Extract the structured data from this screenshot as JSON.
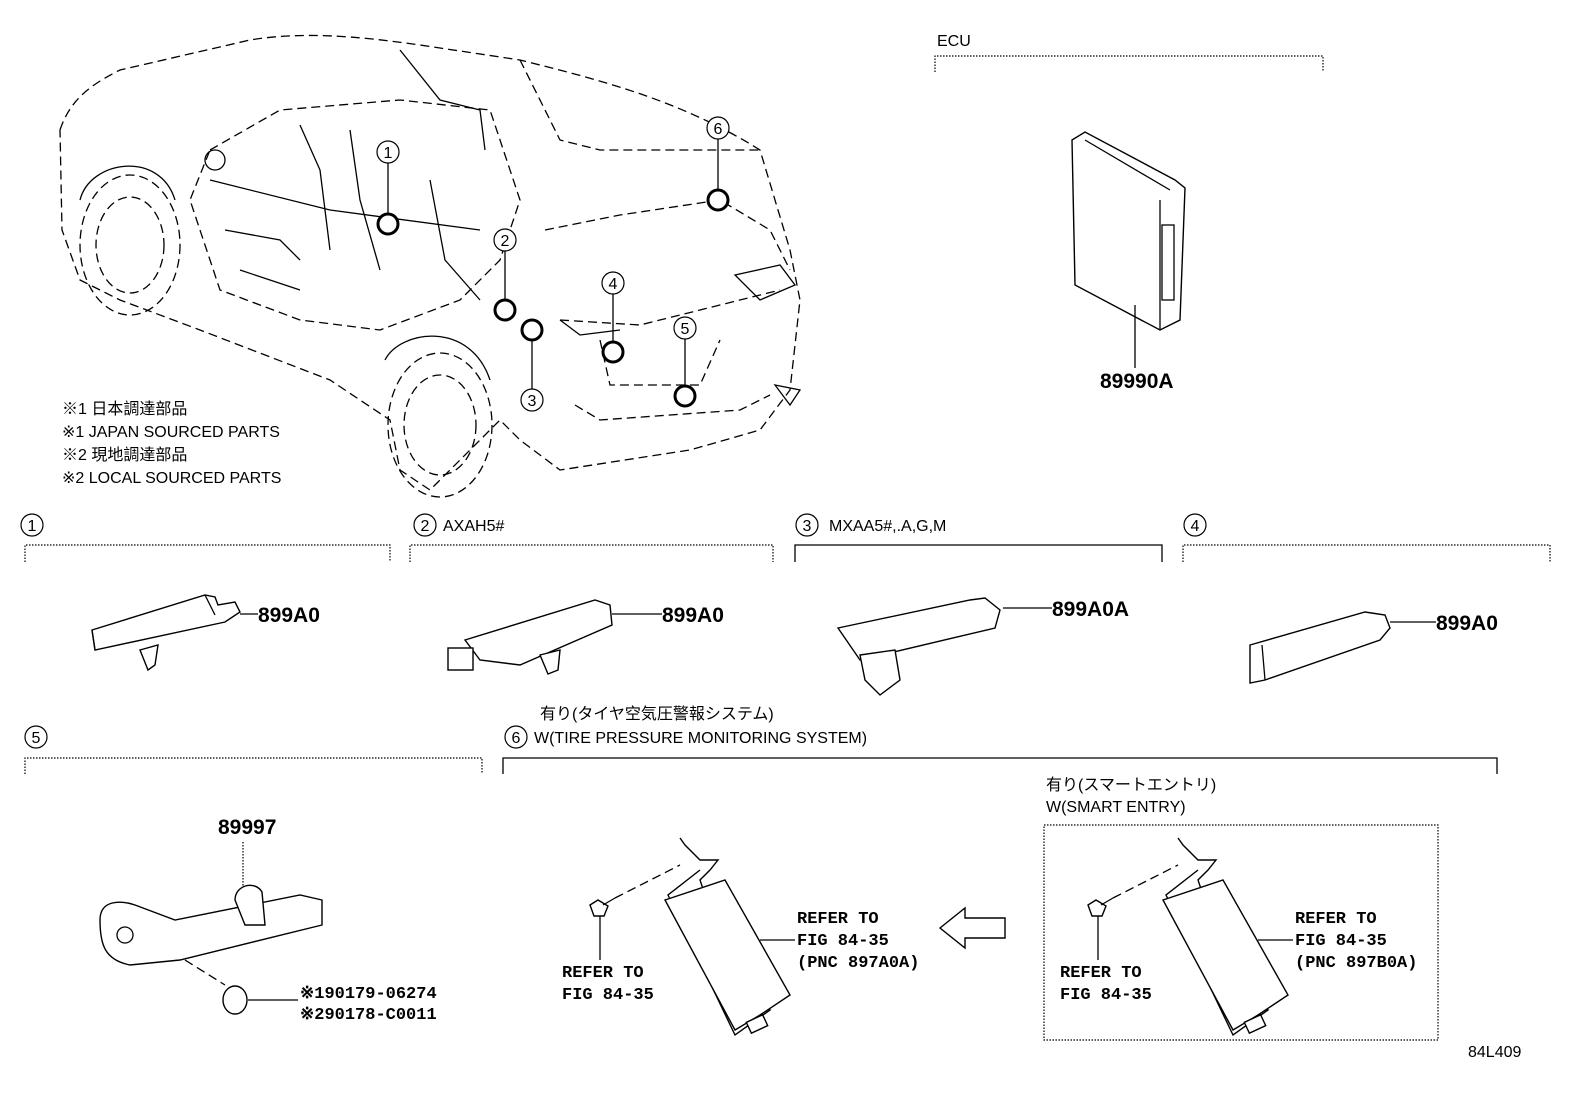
{
  "ecu": {
    "label": "ECU",
    "part_number": "89990A"
  },
  "car_callouts": [
    "1",
    "2",
    "3",
    "4",
    "5",
    "6"
  ],
  "notes": [
    "※1 日本調達部品",
    "※1 JAPAN SOURCED PARTS",
    "※2 現地調達部品",
    "※2 LOCAL SOURCED PARTS"
  ],
  "sections": [
    {
      "num": "1",
      "condition": "",
      "part_number": "899A0"
    },
    {
      "num": "2",
      "condition": "AXAH5#",
      "part_number": "899A0"
    },
    {
      "num": "3",
      "condition": "MXAA5#,.A,G,M",
      "part_number": "899A0A"
    },
    {
      "num": "4",
      "condition": "",
      "part_number": "899A0"
    },
    {
      "num": "5",
      "condition": "",
      "part_number": "89997",
      "clip_numbers": [
        "※190179-06274",
        "※290178-C0011"
      ]
    },
    {
      "num": "6",
      "condition_jp": "有り(タイヤ空気圧警報システム)",
      "condition": "W(TIRE PRESSURE MONITORING SYSTEM)"
    }
  ],
  "tpms_left": {
    "bolt_ref": [
      "REFER TO",
      "FIG 84-35"
    ],
    "unit_ref": [
      "REFER TO",
      "FIG 84-35",
      "(PNC 897A0A)"
    ]
  },
  "smart_entry": {
    "condition_jp": "有り(スマートエントリ)",
    "condition": "W(SMART ENTRY)",
    "bolt_ref": [
      "REFER TO",
      "FIG 84-35"
    ],
    "unit_ref": [
      "REFER TO",
      "FIG 84-35",
      "(PNC 897B0A)"
    ]
  },
  "figure_id": "84L409"
}
